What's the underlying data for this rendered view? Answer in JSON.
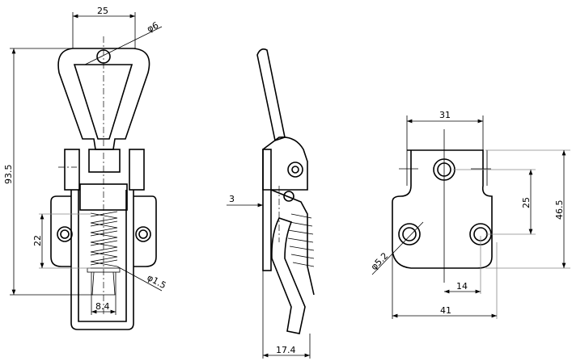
{
  "front_view": {
    "width_label": "25",
    "pin_diameter_label": "φ6",
    "height_label": "93.5",
    "spring_length_label": "22",
    "wire_diameter_label": "φ1.5",
    "spring_width_label": "8.4"
  },
  "side_view": {
    "offset_label": "3",
    "depth_label": "17.4"
  },
  "base_view": {
    "top_width_label": "31",
    "hole_spacing_v_label": "25",
    "height_label": "46.5",
    "hole_diameter_label": "φ5.2",
    "hole_offset_label": "14",
    "width_label": "41"
  }
}
